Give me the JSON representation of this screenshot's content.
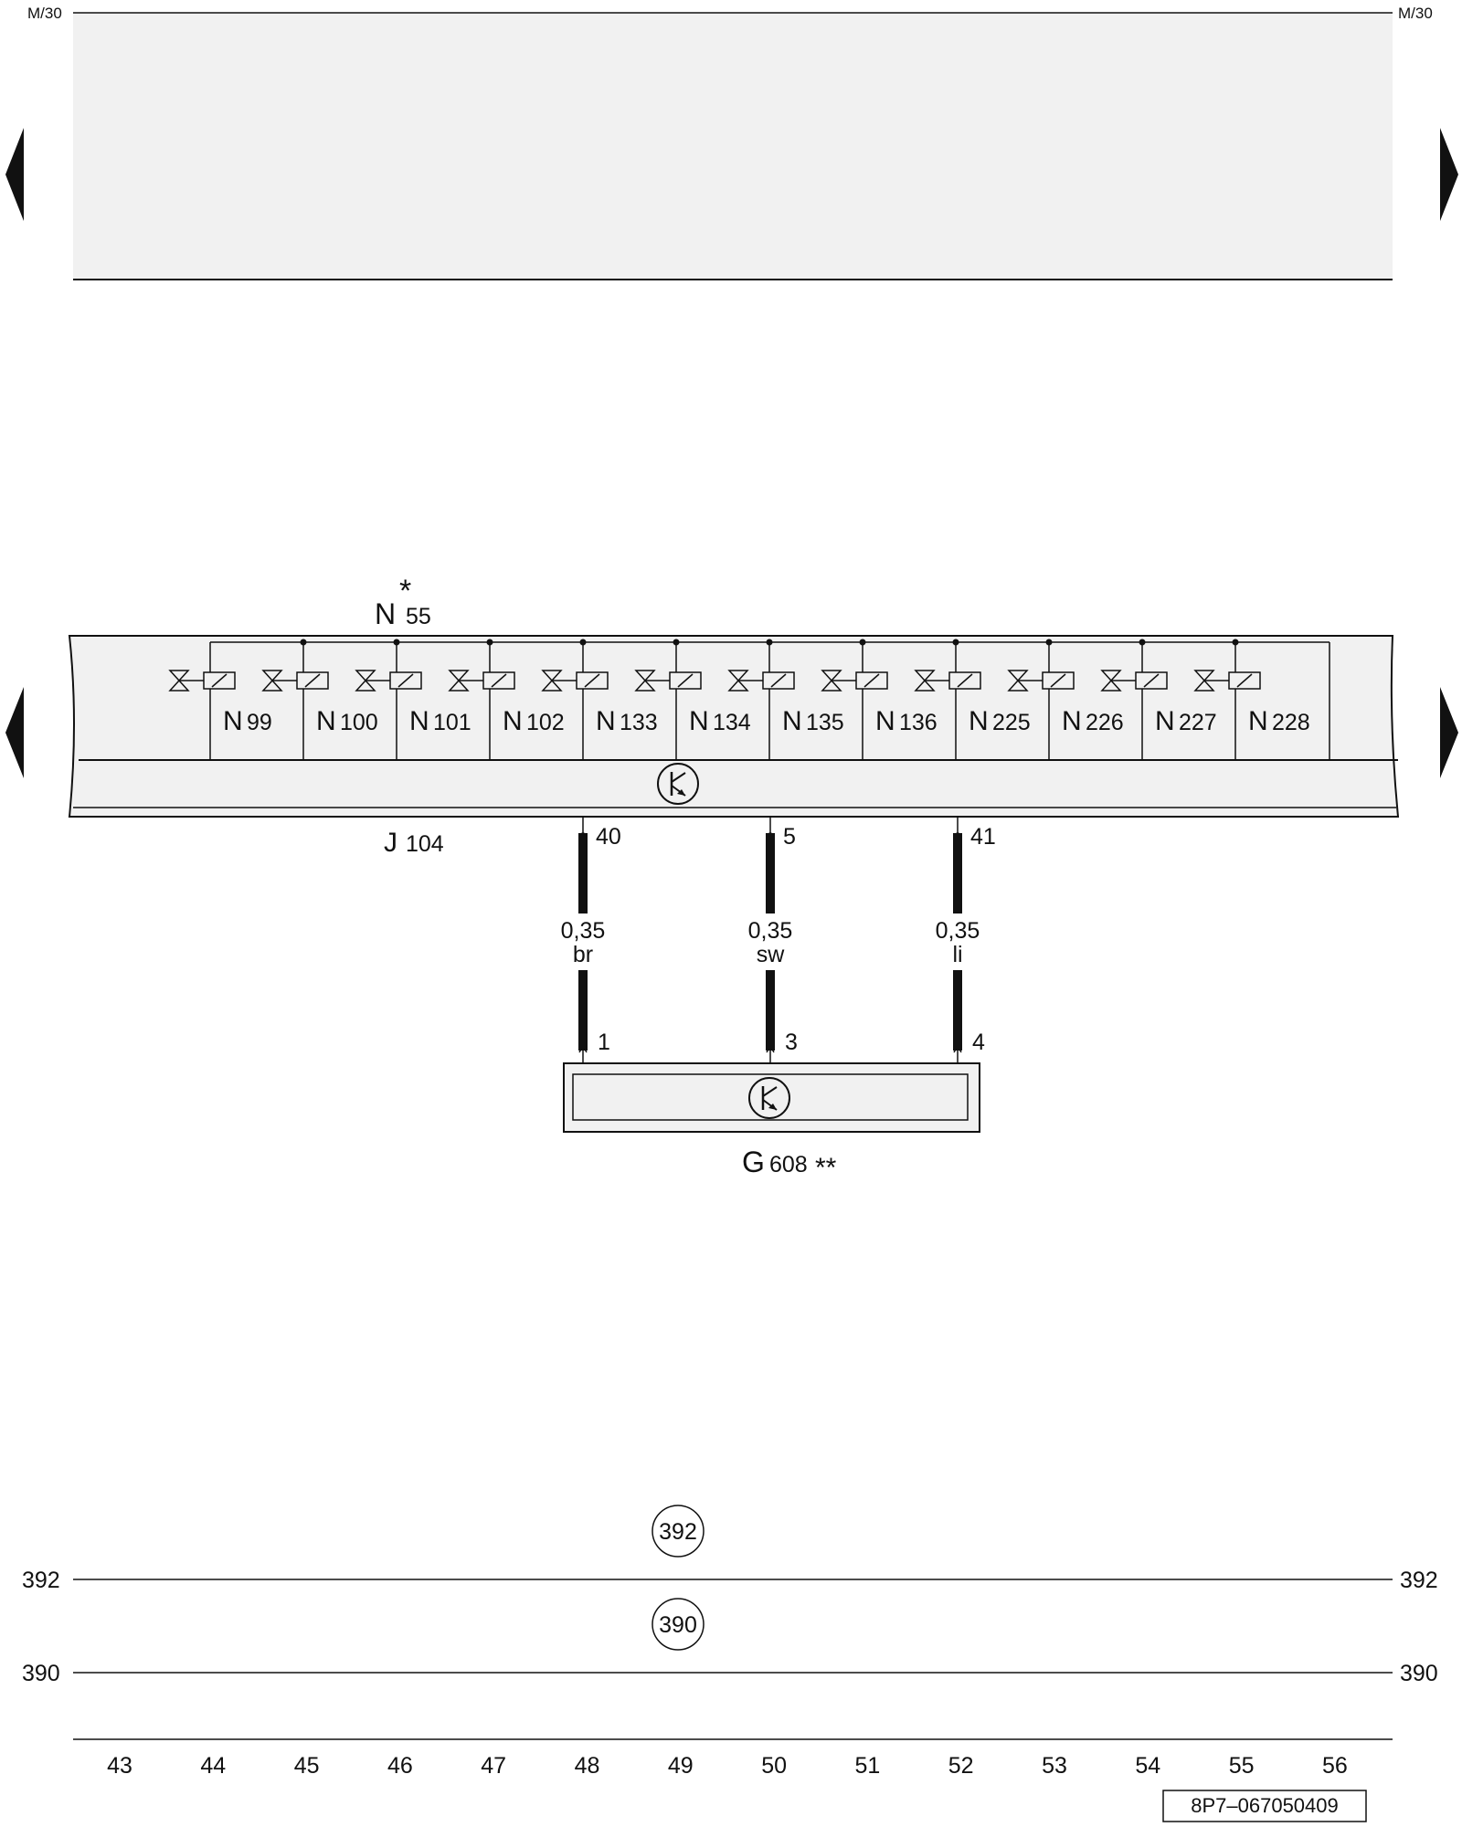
{
  "sheet": {
    "header_label_left": "M/30",
    "header_label_right": "M/30",
    "footer_code": "8P7–067050409"
  },
  "components": {
    "N55": {
      "letter": "N",
      "number": "55",
      "mark": "*"
    },
    "J104": {
      "letter": "J",
      "number": "104"
    },
    "G608": {
      "letter": "G",
      "number": "608",
      "mark": "**"
    }
  },
  "valves": [
    {
      "letter": "N",
      "number": "99"
    },
    {
      "letter": "N",
      "number": "100"
    },
    {
      "letter": "N",
      "number": "101"
    },
    {
      "letter": "N",
      "number": "102"
    },
    {
      "letter": "N",
      "number": "133"
    },
    {
      "letter": "N",
      "number": "134"
    },
    {
      "letter": "N",
      "number": "135"
    },
    {
      "letter": "N",
      "number": "136"
    },
    {
      "letter": "N",
      "number": "225"
    },
    {
      "letter": "N",
      "number": "226"
    },
    {
      "letter": "N",
      "number": "227"
    },
    {
      "letter": "N",
      "number": "228"
    }
  ],
  "wires": [
    {
      "j_pin": "40",
      "size": "0,35",
      "color": "br",
      "g_pin": "1"
    },
    {
      "j_pin": "5",
      "size": "0,35",
      "color": "sw",
      "g_pin": "3"
    },
    {
      "j_pin": "41",
      "size": "0,35",
      "color": "li",
      "g_pin": "4"
    }
  ],
  "ground_lines": [
    {
      "label_left": "392",
      "label_right": "392",
      "ref": "392"
    },
    {
      "label_left": "390",
      "label_right": "390",
      "ref": "390"
    }
  ],
  "tracks": [
    "43",
    "44",
    "45",
    "46",
    "47",
    "48",
    "49",
    "50",
    "51",
    "52",
    "53",
    "54",
    "55",
    "56"
  ],
  "colors": {
    "panel_fill": "#f1f1f1",
    "ink": "#111111"
  }
}
